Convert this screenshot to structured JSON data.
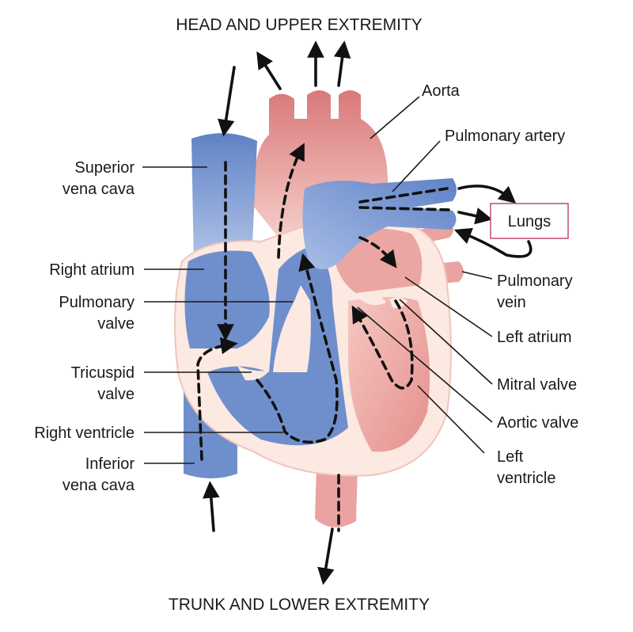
{
  "captions": {
    "top": "HEAD AND UPPER EXTREMITY",
    "bottom": "TRUNK AND LOWER EXTREMITY"
  },
  "labels": {
    "aorta": "Aorta",
    "pulmonary_artery": "Pulmonary artery",
    "lungs": "Lungs",
    "superior_vena_cava_1": "Superior",
    "superior_vena_cava_2": "vena cava",
    "right_atrium": "Right atrium",
    "pulmonary_valve_1": "Pulmonary",
    "pulmonary_valve_2": "valve",
    "tricuspid_valve_1": "Tricuspid",
    "tricuspid_valve_2": "valve",
    "right_ventricle": "Right ventricle",
    "inferior_vena_cava_1": "Inferior",
    "inferior_vena_cava_2": "vena cava",
    "pulmonary_vein_1": "Pulmonary",
    "pulmonary_vein_2": "vein",
    "left_atrium": "Left atrium",
    "mitral_valve": "Mitral valve",
    "aortic_valve": "Aortic valve",
    "left_ventricle_1": "Left",
    "left_ventricle_2": "ventricle"
  },
  "colors": {
    "deoxygenated": "#6f8fcc",
    "deoxygenated_light": "#9db3df",
    "oxygenated": "#e99a98",
    "oxygenated_light": "#f4c4c0",
    "wall": "#fbe9e2",
    "lungs_box_border": "#c8557a"
  }
}
